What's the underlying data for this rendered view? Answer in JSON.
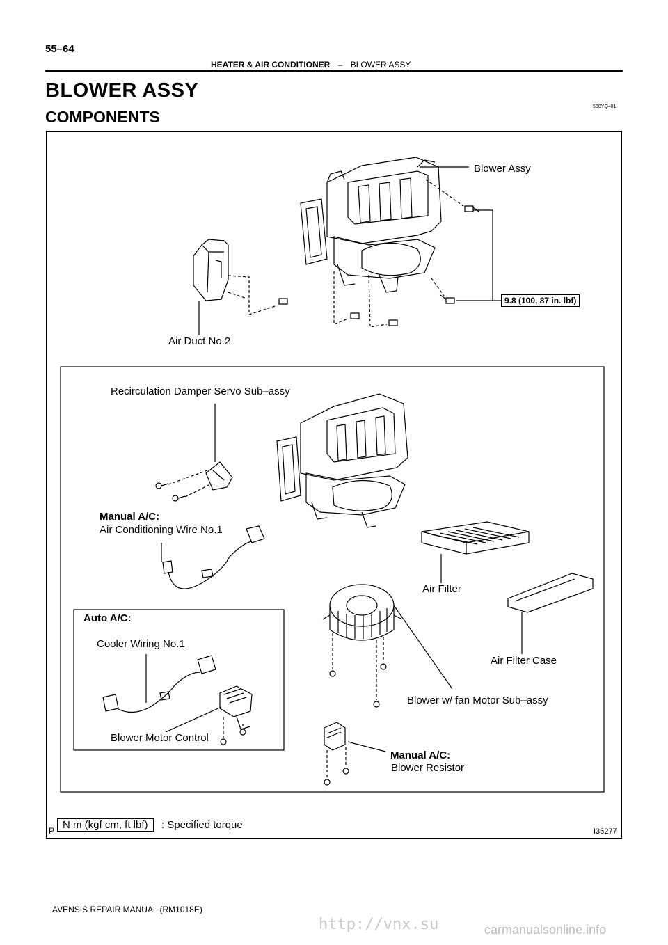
{
  "header": {
    "page_number": "55–64",
    "section": "HEATER & AIR CONDITIONER",
    "separator": "–",
    "topic": "BLOWER ASSY"
  },
  "title": "BLOWER ASSY",
  "subtitle": "COMPONENTS",
  "doc_code": "550YQ–01",
  "figure": {
    "labels": {
      "blower_assy": "Blower Assy",
      "air_duct_no2": "Air Duct No.2",
      "recirc_servo": "Recirculation Damper Servo Sub–assy",
      "manual_ac_1": "Manual A/C:",
      "ac_wire_no1": "Air Conditioning Wire No.1",
      "air_filter": "Air Filter",
      "air_filter_case": "Air Filter Case",
      "auto_ac": "Auto A/C:",
      "cooler_wiring": "Cooler Wiring No.1",
      "blower_motor_control": "Blower Motor Control",
      "blower_fan_motor": "Blower w/ fan Motor Sub–assy",
      "manual_ac_2": "Manual A/C:",
      "blower_resistor": "Blower Resistor"
    },
    "torque_value": "9.8 (100, 87 in. lbf)",
    "legend": {
      "prefix": "P",
      "unit_box": "N m (kgf cm, ft lbf)",
      "description": ": Specified torque"
    },
    "figure_code": "I35277"
  },
  "footer": "AVENSIS REPAIR MANUAL   (RM1018E)",
  "watermarks": {
    "vnx": "http://vnx.su",
    "cm": "carmanualsonline.info"
  }
}
